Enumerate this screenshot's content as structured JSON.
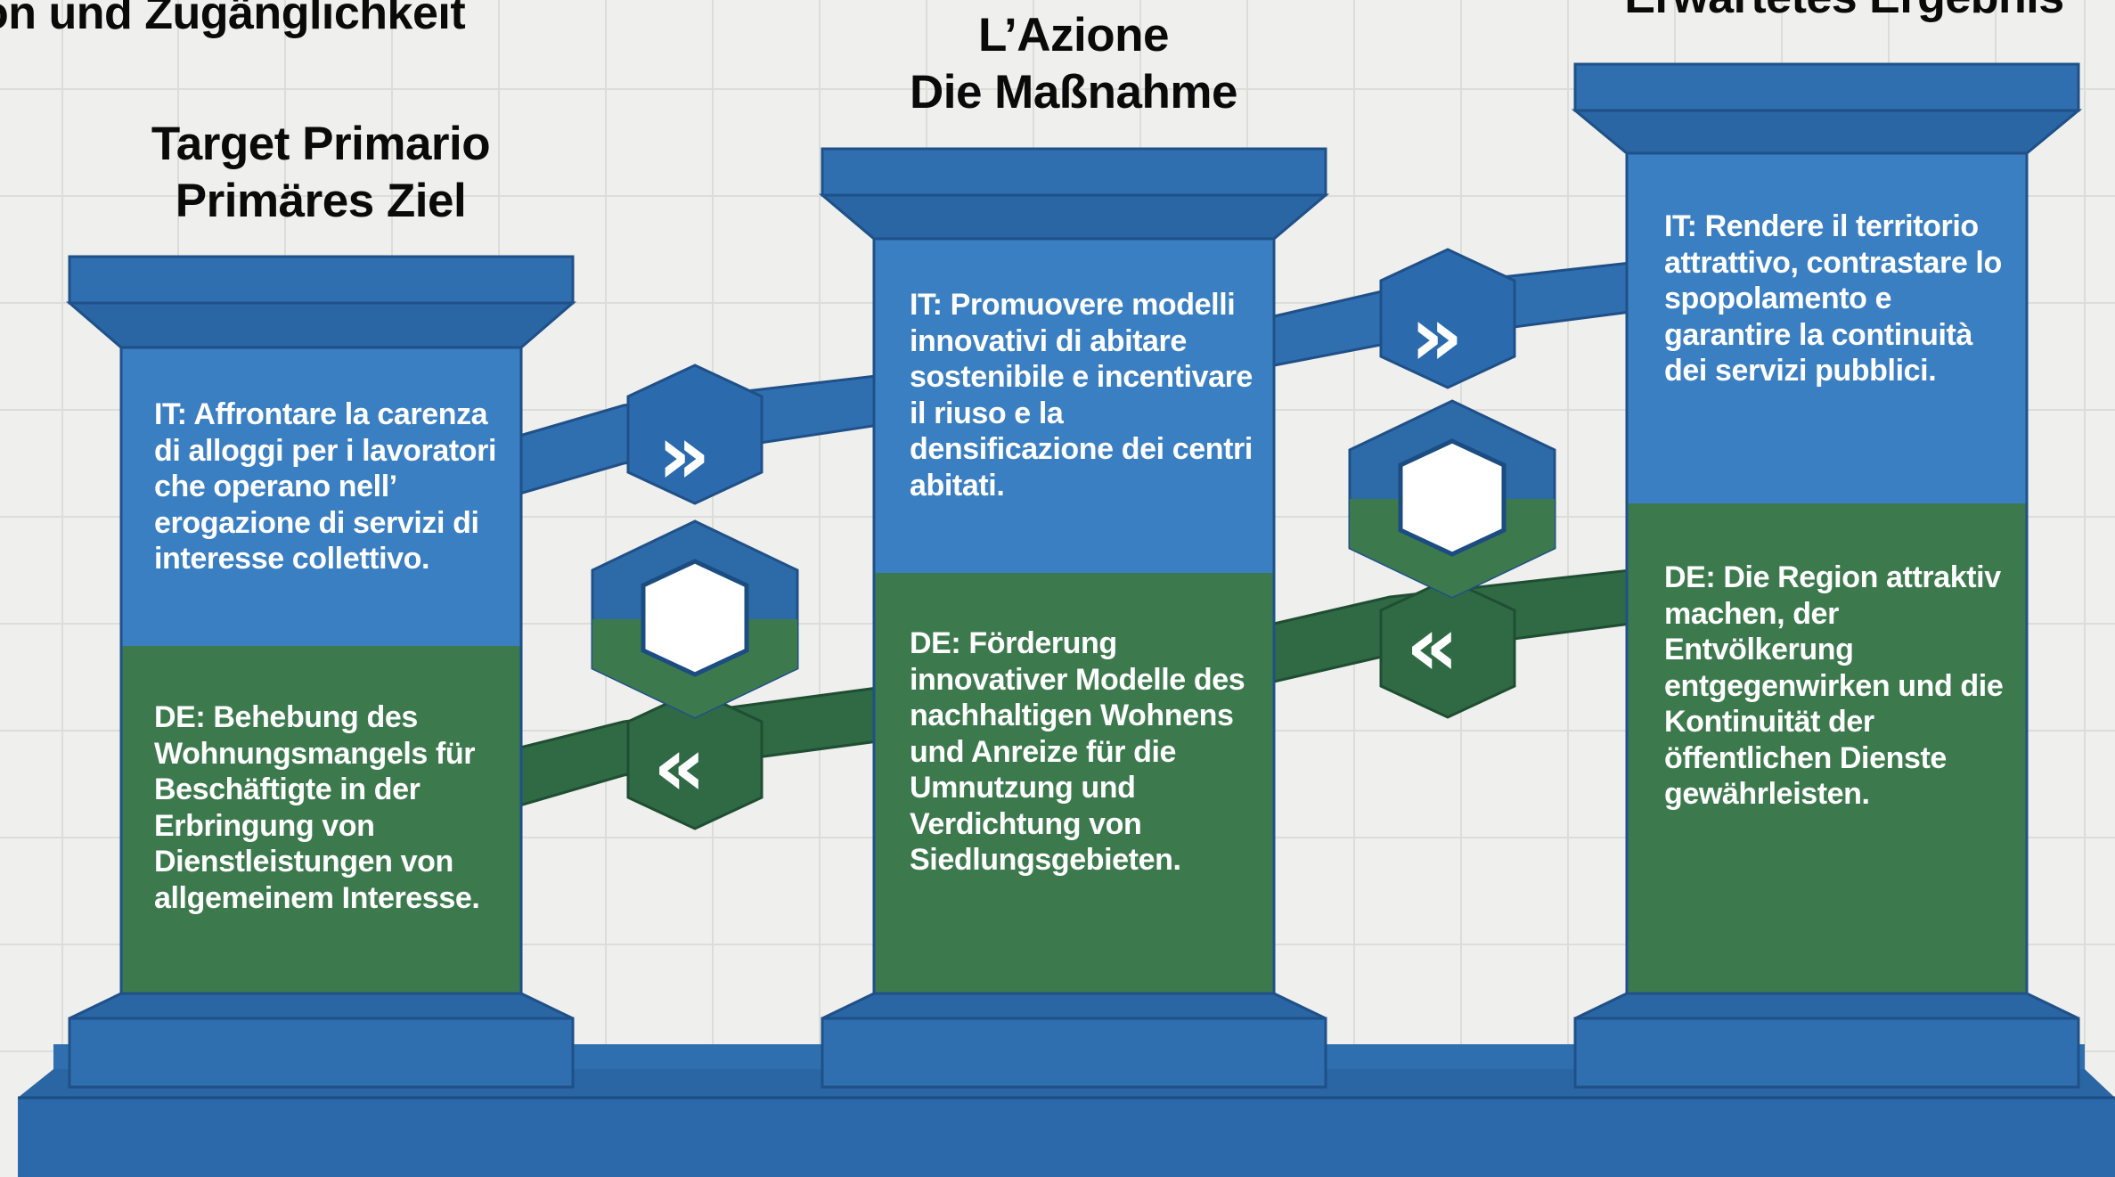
{
  "headers": {
    "left_partial": "on und Zugänglichkeit",
    "col1": {
      "it": "Target Primario",
      "de": "Primäres Ziel"
    },
    "col2": {
      "it": "L’Azione",
      "de": "Die Maßnahme"
    },
    "col3_partial": "Erwartetes Ergebnis"
  },
  "columns": [
    {
      "it": "IT: Affrontare la carenza di alloggi per i lavoratori che operano nell’ erogazione di servizi di interesse collettivo.",
      "de": "DE: Behebung des Wohnungsmangels für Beschäftigte in der Erbringung von Dienstleistungen von allgemeinem Interesse."
    },
    {
      "it": "IT: Promuovere modelli innovativi di abitare sostenibile e incentivare il riuso e la densificazione dei centri abitati.",
      "de": "DE: Förderung innovativer Modelle des nachhaltigen Wohnens und Anreize für die Umnutzung und Verdichtung von Siedlungsgebieten."
    },
    {
      "it": "IT: Rendere il territorio attrattivo, contrastare lo spopolamento e garantire la continuità dei servizi pubblici.",
      "de": "DE: Die Region attraktiv machen, der Entvölkerung entgegenwirken und die Kontinuität der öffentlichen Dienste gewährleisten."
    }
  ],
  "connectors": {
    "forward": "»",
    "backward": "«"
  },
  "colors": {
    "blue": "#3a7fc2",
    "blue_dark": "#1f5088",
    "green": "#3c7a4e",
    "green_dark": "#25573a",
    "background": "#efefed"
  }
}
